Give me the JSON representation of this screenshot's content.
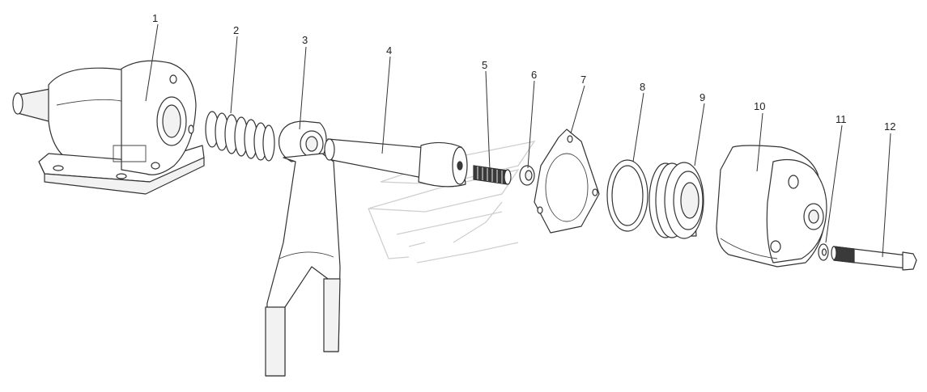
{
  "diagram": {
    "callouts": [
      {
        "id": "1",
        "label": "1"
      },
      {
        "id": "2",
        "label": "2"
      },
      {
        "id": "3",
        "label": "3"
      },
      {
        "id": "4",
        "label": "4"
      },
      {
        "id": "5",
        "label": "5"
      },
      {
        "id": "6",
        "label": "6"
      },
      {
        "id": "7",
        "label": "7"
      },
      {
        "id": "8",
        "label": "8"
      },
      {
        "id": "9",
        "label": "9"
      },
      {
        "id": "10",
        "label": "10"
      },
      {
        "id": "11",
        "label": "11"
      },
      {
        "id": "12",
        "label": "12"
      }
    ],
    "colors": {
      "line": "#333333",
      "watermark": "#cfcfcf",
      "background": "#ffffff"
    }
  }
}
